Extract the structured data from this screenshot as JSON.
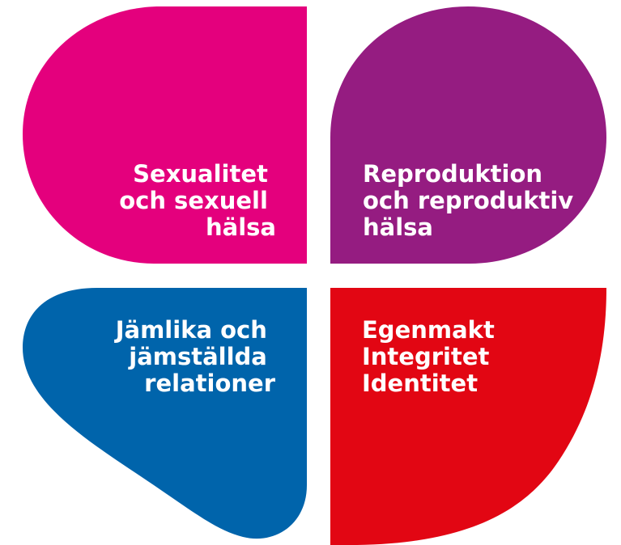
{
  "petals": [
    {
      "id": "top-left",
      "color": "#E4007D",
      "lines": [
        "Sexualitet",
        "och sexuell",
        "hälsa"
      ]
    },
    {
      "id": "top-right",
      "color": "#951C81",
      "lines": [
        "Reproduktion",
        "och reproduktiv",
        "hälsa"
      ]
    },
    {
      "id": "bottom-left",
      "color": "#0064AB",
      "lines": [
        "Jämlika och",
        "jämställda",
        "relationer"
      ]
    },
    {
      "id": "bottom-right",
      "color": "#E20613",
      "lines": [
        "Egenmakt",
        "Integritet",
        "Identitet"
      ]
    }
  ]
}
